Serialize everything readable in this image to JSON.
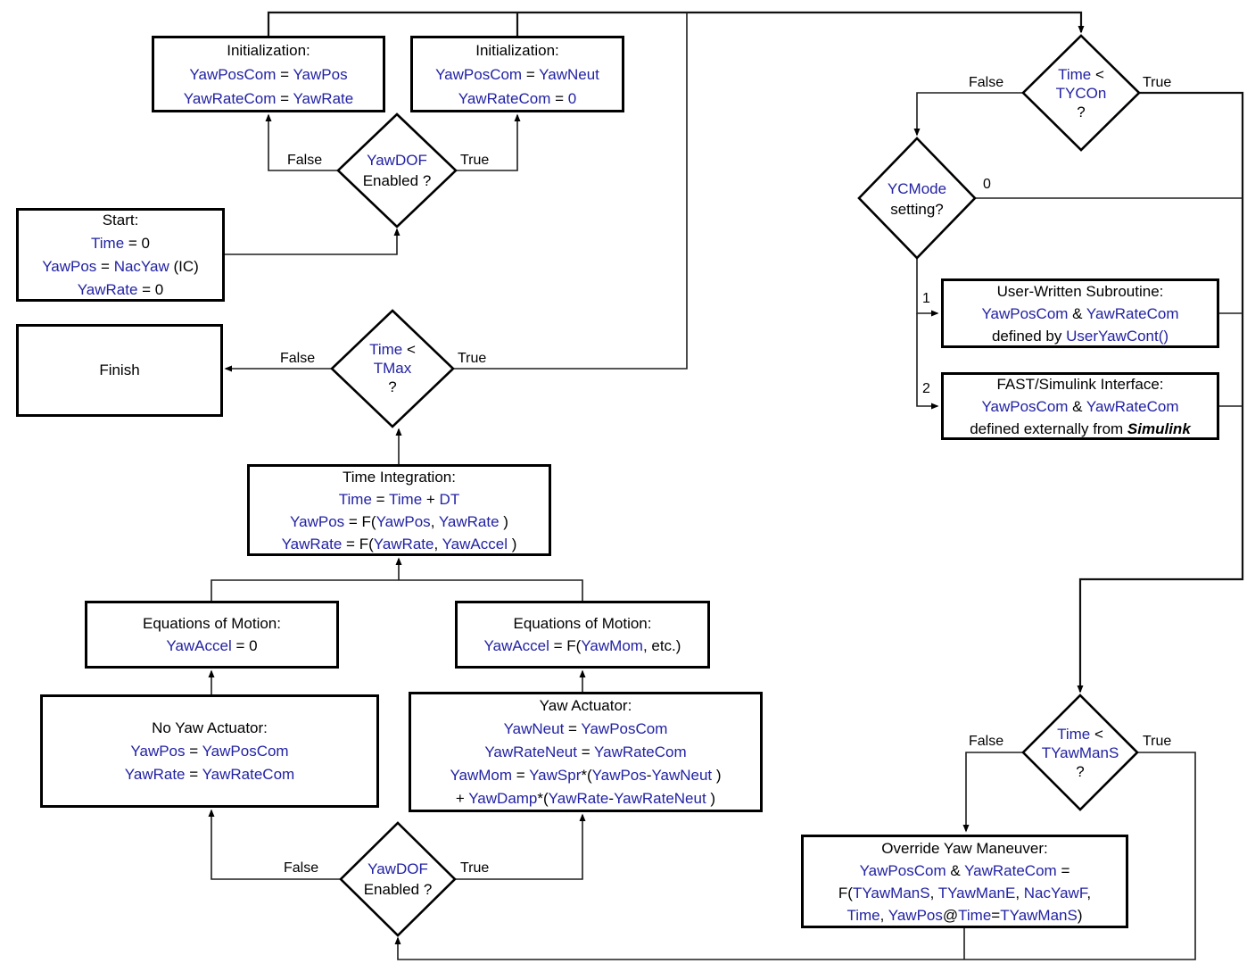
{
  "colors": {
    "variable_text": "#2222A4",
    "plain_text": "#000000",
    "line": "#1e1e1e"
  },
  "nodes": {
    "init_left": {
      "lines": [
        [
          "Initialization:"
        ],
        [
          {
            "t": "YawPosCom",
            "c": "v"
          },
          " = ",
          {
            "t": "YawPos",
            "c": "v"
          }
        ],
        [
          {
            "t": "YawRateCom",
            "c": "v"
          },
          " = ",
          {
            "t": "YawRate",
            "c": "v"
          }
        ]
      ]
    },
    "init_right": {
      "lines": [
        [
          "Initialization:"
        ],
        [
          {
            "t": "YawPosCom",
            "c": "v"
          },
          " = ",
          {
            "t": "YawNeut",
            "c": "v"
          }
        ],
        [
          {
            "t": "YawRateCom",
            "c": "v"
          },
          " = ",
          {
            "t": "0",
            "c": "v"
          }
        ]
      ]
    },
    "yawdof_top": {
      "lines": [
        [
          {
            "t": "YawDOF",
            "c": "v"
          }
        ],
        [
          "Enabled ?"
        ]
      ]
    },
    "start": {
      "lines": [
        [
          "Start:"
        ],
        [
          {
            "t": "Time",
            "c": "v"
          },
          " = 0"
        ],
        [
          {
            "t": "YawPos",
            "c": "v"
          },
          " = ",
          {
            "t": "NacYaw",
            "c": "v"
          },
          " (IC)"
        ],
        [
          {
            "t": "YawRate",
            "c": "v"
          },
          " = 0"
        ]
      ]
    },
    "finish": {
      "lines": [
        [
          "Finish"
        ]
      ]
    },
    "tmax": {
      "lines": [
        [
          {
            "t": "Time",
            "c": "v"
          },
          " <"
        ],
        [
          {
            "t": "TMax",
            "c": "v"
          }
        ],
        [
          "?"
        ]
      ]
    },
    "ti": {
      "lines": [
        [
          "Time Integration:"
        ],
        [
          {
            "t": "Time",
            "c": "v"
          },
          " = ",
          {
            "t": "Time",
            "c": "v"
          },
          " + ",
          {
            "t": "DT",
            "c": "v"
          }
        ],
        [
          {
            "t": "YawPos",
            "c": "v"
          },
          " = F(",
          {
            "t": "YawPos",
            "c": "v"
          },
          ", ",
          {
            "t": "YawRate",
            "c": "v"
          },
          " )"
        ],
        [
          {
            "t": "YawRate",
            "c": "v"
          },
          " = F(",
          {
            "t": "YawRate",
            "c": "v"
          },
          ", ",
          {
            "t": "YawAccel",
            "c": "v"
          },
          " )"
        ]
      ]
    },
    "eom_left": {
      "lines": [
        [
          "Equations of Motion:"
        ],
        [
          {
            "t": "YawAccel",
            "c": "v"
          },
          " = 0"
        ]
      ]
    },
    "eom_right": {
      "lines": [
        [
          "Equations of Motion:"
        ],
        [
          {
            "t": "YawAccel",
            "c": "v"
          },
          " = F(",
          {
            "t": "YawMom",
            "c": "v"
          },
          ", etc.)"
        ]
      ]
    },
    "noyaw": {
      "lines": [
        [
          "No Yaw Actuator:"
        ],
        [
          {
            "t": "YawPos",
            "c": "v"
          },
          " = ",
          {
            "t": "YawPosCom",
            "c": "v"
          }
        ],
        [
          {
            "t": "YawRate",
            "c": "v"
          },
          " = ",
          {
            "t": "YawRateCom",
            "c": "v"
          }
        ]
      ]
    },
    "yawact": {
      "lines": [
        [
          "Yaw Actuator:"
        ],
        [
          {
            "t": "YawNeut",
            "c": "v"
          },
          " = ",
          {
            "t": "YawPosCom",
            "c": "v"
          }
        ],
        [
          {
            "t": "YawRateNeut",
            "c": "v"
          },
          " = ",
          {
            "t": "YawRateCom",
            "c": "v"
          }
        ],
        [
          {
            "t": "YawMom",
            "c": "v"
          },
          " = ",
          {
            "t": "YawSpr",
            "c": "v"
          },
          "*(",
          {
            "t": "YawPos",
            "c": "v"
          },
          "-",
          {
            "t": "YawNeut",
            "c": "v"
          },
          " )"
        ],
        [
          "+ ",
          {
            "t": "YawDamp",
            "c": "v"
          },
          "*(",
          {
            "t": "YawRate",
            "c": "v"
          },
          "-",
          {
            "t": "YawRateNeut",
            "c": "v"
          },
          " )"
        ]
      ]
    },
    "yawdof_bottom": {
      "lines": [
        [
          {
            "t": "YawDOF",
            "c": "v"
          }
        ],
        [
          "Enabled ?"
        ]
      ]
    },
    "tycon": {
      "lines": [
        [
          {
            "t": "Time",
            "c": "v"
          },
          " <"
        ],
        [
          {
            "t": "TYCOn",
            "c": "v"
          }
        ],
        [
          "?"
        ]
      ]
    },
    "ycmode": {
      "lines": [
        [
          {
            "t": "YCMode",
            "c": "v"
          }
        ],
        [
          "setting?"
        ]
      ]
    },
    "user_sub": {
      "lines": [
        [
          "User-Written Subroutine:"
        ],
        [
          {
            "t": "YawPosCom",
            "c": "v"
          },
          " & ",
          {
            "t": "YawRateCom",
            "c": "v"
          }
        ],
        [
          "defined by ",
          {
            "t": "UserYawCont()",
            "c": "v"
          }
        ]
      ]
    },
    "fast_sim": {
      "lines": [
        [
          "FAST/Simulink Interface:"
        ],
        [
          {
            "t": "YawPosCom",
            "c": "v"
          },
          " & ",
          {
            "t": "YawRateCom",
            "c": "v"
          }
        ],
        [
          "defined externally from  ",
          {
            "t": "Simulink",
            "c": "b"
          }
        ]
      ]
    },
    "tyawmans": {
      "lines": [
        [
          {
            "t": "Time",
            "c": "v"
          },
          " <"
        ],
        [
          {
            "t": "TYawManS",
            "c": "v"
          }
        ],
        [
          "?"
        ]
      ]
    },
    "override": {
      "lines": [
        [
          "Override Yaw Maneuver:"
        ],
        [
          {
            "t": "YawPosCom",
            "c": "v"
          },
          " & ",
          {
            "t": "YawRateCom",
            "c": "v"
          },
          " ="
        ],
        [
          "F(",
          {
            "t": "TYawManS",
            "c": "v"
          },
          ", ",
          {
            "t": "TYawManE",
            "c": "v"
          },
          ", ",
          {
            "t": "NacYawF",
            "c": "v"
          },
          ","
        ],
        [
          {
            "t": "Time",
            "c": "v"
          },
          ", ",
          {
            "t": "YawPos",
            "c": "v"
          },
          "@",
          {
            "t": "Time",
            "c": "v"
          },
          "=",
          {
            "t": "TYawManS",
            "c": "v"
          },
          ")"
        ]
      ]
    }
  },
  "edge_labels": {
    "yd1_false": "False",
    "yd1_true": "True",
    "tmax_false": "False",
    "tmax_true": "True",
    "yd2_false": "False",
    "yd2_true": "True",
    "tycon_false": "False",
    "tycon_true": "True",
    "tyawmans_false": "False",
    "tyawmans_true": "True",
    "ycmode_0": "0",
    "ycmode_1": "1",
    "ycmode_2": "2"
  }
}
